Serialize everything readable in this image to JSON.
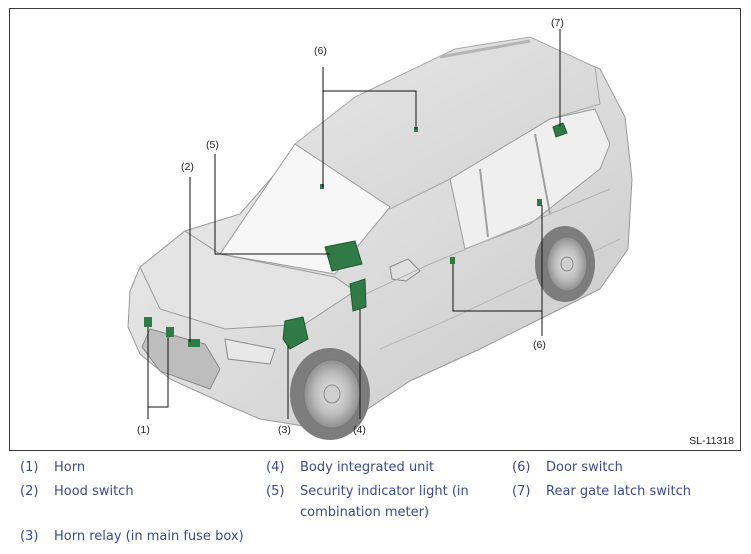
{
  "figure": {
    "id": "SL-11318",
    "callouts": [
      "(1)",
      "(2)",
      "(3)",
      "(4)",
      "(5)",
      "(6)",
      "(7)"
    ]
  },
  "legend": [
    {
      "num": "(1)",
      "text": "Horn"
    },
    {
      "num": "(2)",
      "text": "Hood switch"
    },
    {
      "num": "(3)",
      "text": "Horn relay (in main fuse box)"
    },
    {
      "num": "(4)",
      "text": "Body integrated unit"
    },
    {
      "num": "(5)",
      "text": "Security indicator light (in",
      "text2": "combination meter)"
    },
    {
      "num": "(6)",
      "text": "Door switch"
    },
    {
      "num": "(7)",
      "text": "Rear gate latch switch"
    }
  ],
  "colors": {
    "component": "#2f7a45",
    "component_dark": "#1f5a30",
    "legend_text": "#3d4a8c",
    "car_body": "#d9d9d9"
  }
}
